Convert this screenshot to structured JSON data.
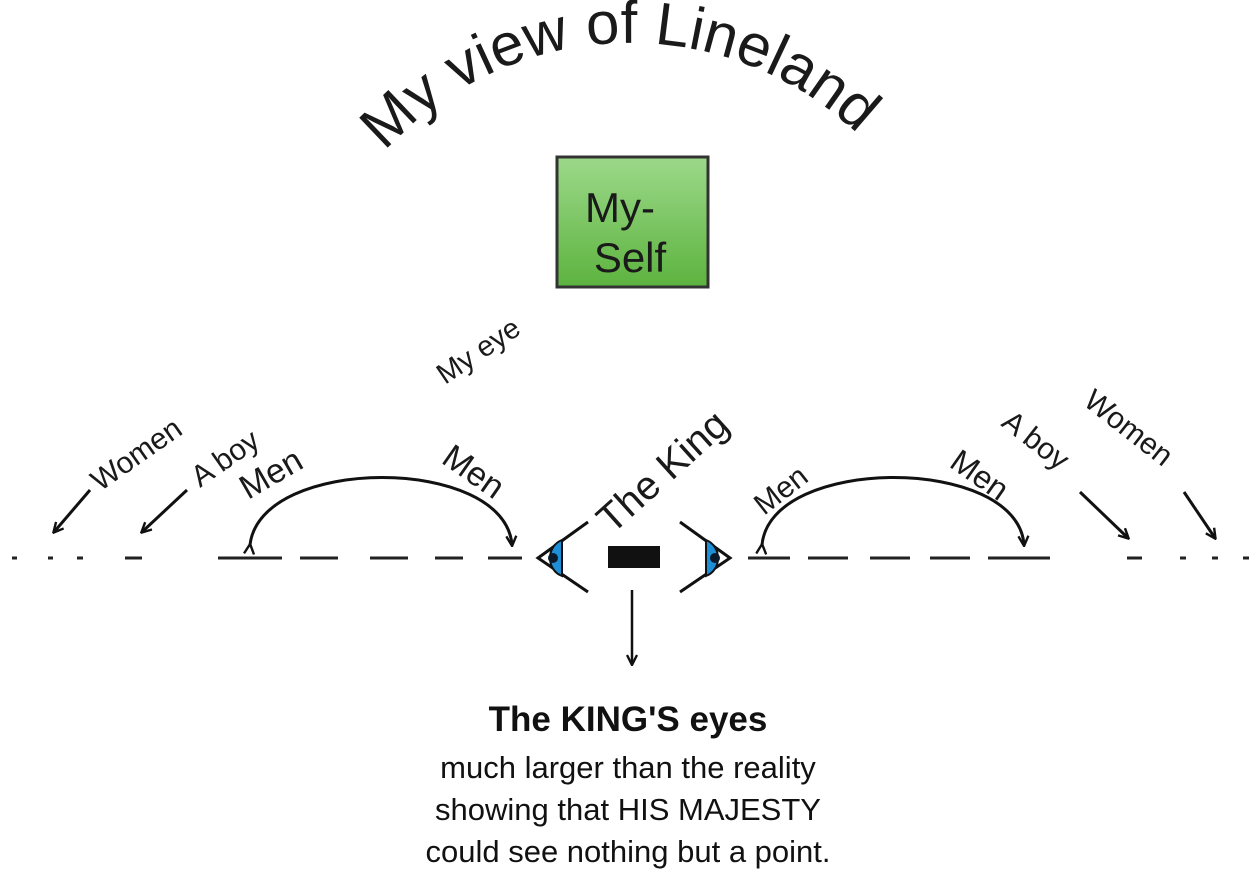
{
  "title": "My view of Lineland",
  "self_box": {
    "line1": "My-",
    "line2": "Self",
    "fill_top": "#9cd98a",
    "fill_bottom": "#5db33f"
  },
  "my_eye_label": "My eye",
  "king_label": "The King",
  "left_labels": {
    "women": "Women",
    "boy": "A boy",
    "men_outer": "Men",
    "men_inner": "Men"
  },
  "right_labels": {
    "men_inner": "Men",
    "men_outer": "Men",
    "boy": "A boy",
    "women": "Women"
  },
  "eye_color": "#1e8fd6",
  "caption": {
    "heading": "The KING'S eyes",
    "line1": "much larger than the reality",
    "line2": "showing that HIS MAJESTY",
    "line3": "could see nothing but a point."
  }
}
